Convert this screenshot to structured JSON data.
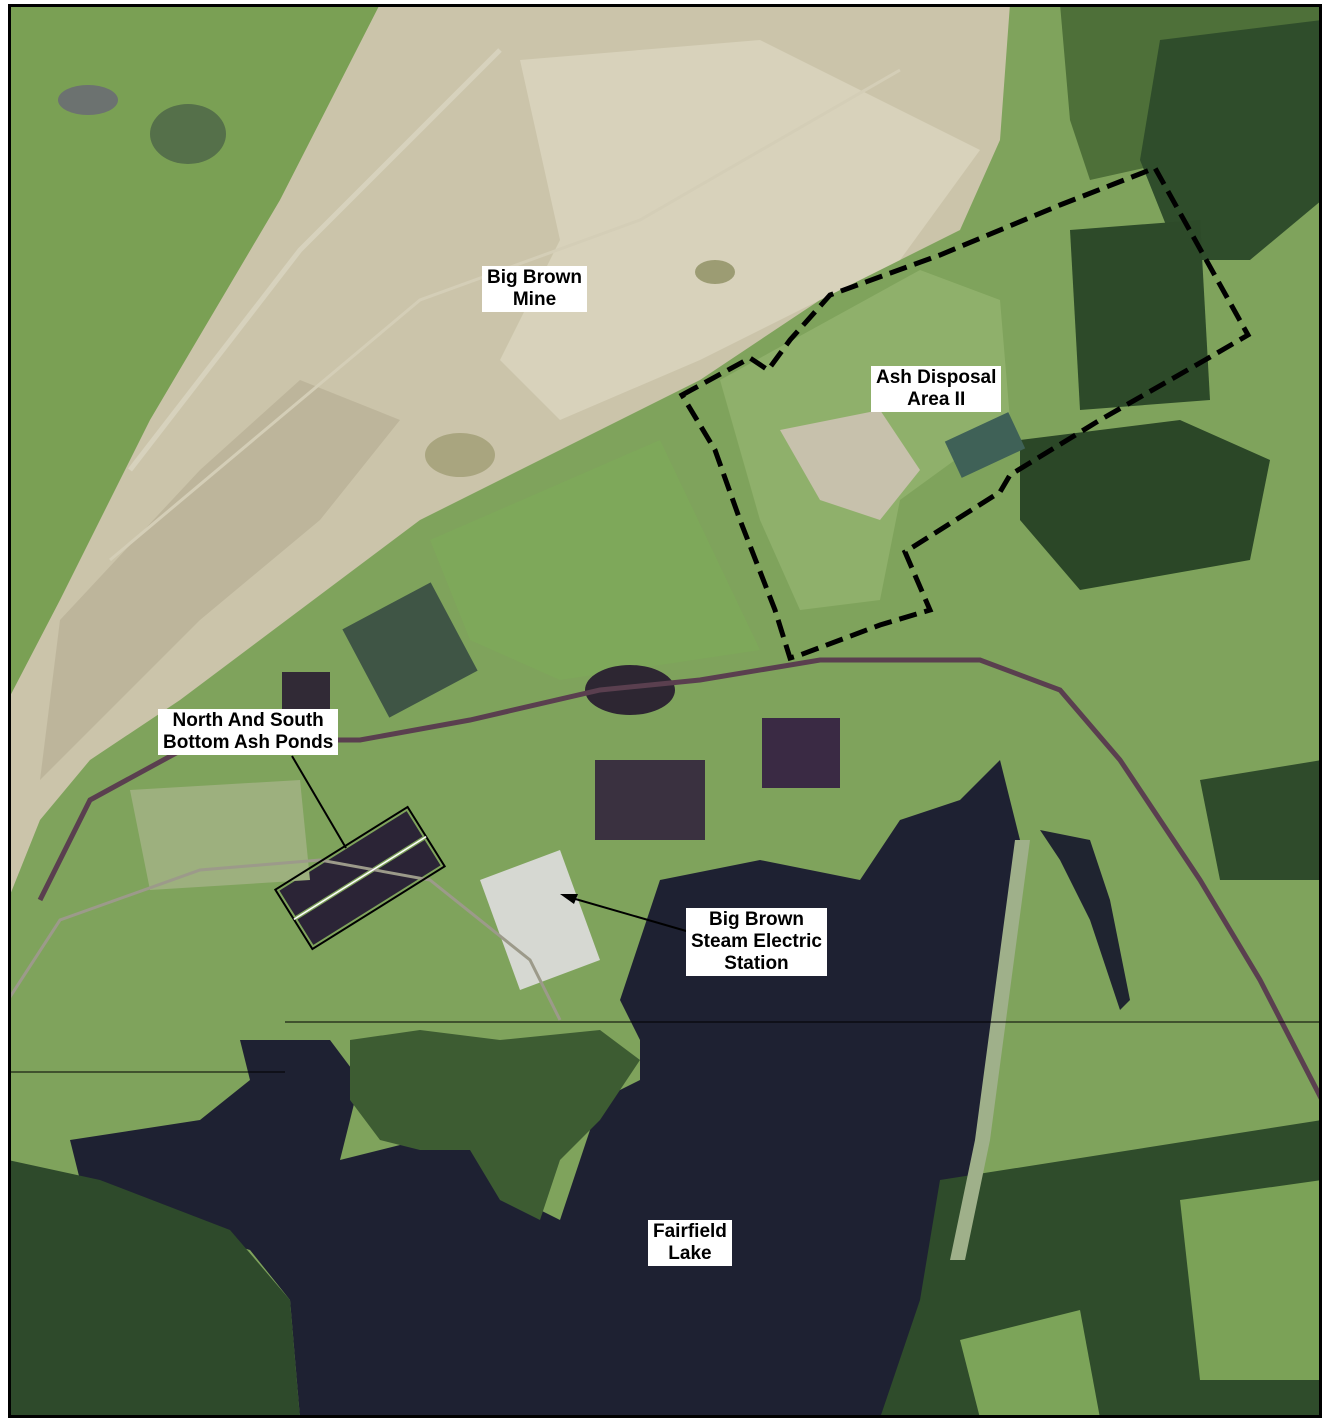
{
  "map": {
    "colors": {
      "pasture": "#7da25a",
      "mine": "#c9c2a8",
      "forest": "#2f4a2a",
      "lake": "#1c1f2e",
      "ash_pond": "#2a2233",
      "road": "#9c9a8a"
    },
    "labels": {
      "mine": {
        "line1": "Big Brown",
        "line2": "Mine"
      },
      "ash_disposal": {
        "line1": "Ash Disposal",
        "line2": "Area II"
      },
      "ponds": {
        "line1": "North And South",
        "line2": "Bottom Ash Ponds"
      },
      "station": {
        "line1": "Big Brown",
        "line2": "Steam Electric",
        "line3": "Station"
      },
      "lake": {
        "line1": "Fairfield",
        "line2": "Lake"
      }
    }
  }
}
